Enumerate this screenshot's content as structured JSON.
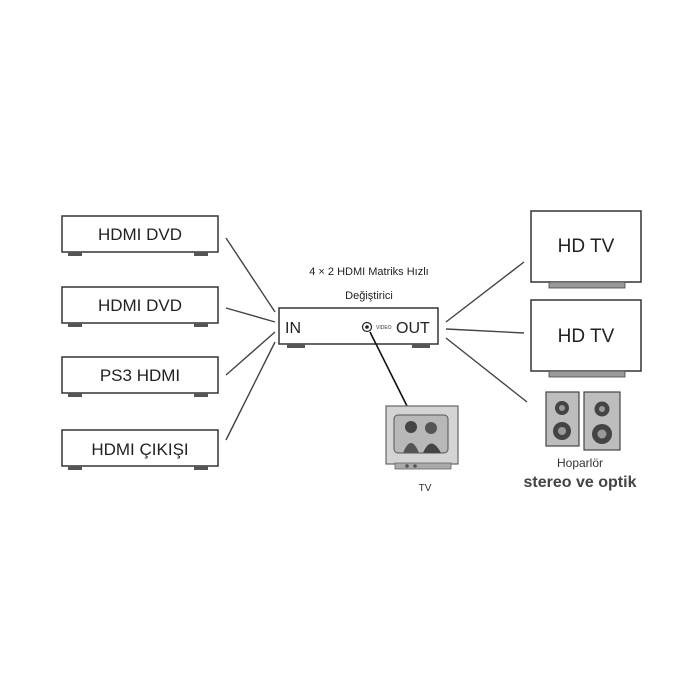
{
  "sources": [
    {
      "label": "HDMI DVD"
    },
    {
      "label": "HDMI DVD"
    },
    {
      "label": "PS3 HDMI"
    },
    {
      "label": "HDMI ÇIKIŞI"
    }
  ],
  "switcher": {
    "title_line1": "4 × 2 HDMI Matriks Hızlı",
    "title_line2": "Değiştirici",
    "in_label": "IN",
    "out_label": "OUT",
    "video_label": "VIDEO"
  },
  "outputs": [
    {
      "label": "HD TV"
    },
    {
      "label": "HD TV"
    }
  ],
  "tv": {
    "label": "TV"
  },
  "speakers": {
    "label_line1": "Hoparlör",
    "label_line2": "stereo ve optik"
  },
  "icons": [
    "crt-tv-icon",
    "speaker-pair-icon",
    "rca-port-icon"
  ]
}
